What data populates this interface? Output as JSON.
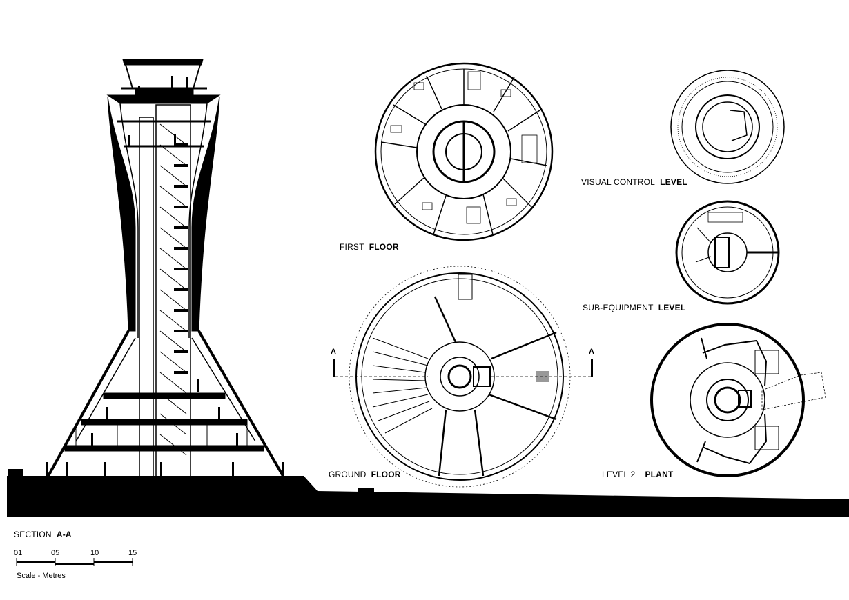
{
  "labels": {
    "first_floor": {
      "prefix": "FIRST",
      "strong": "FLOOR"
    },
    "ground_floor": {
      "prefix": "GROUND",
      "strong": "FLOOR"
    },
    "visual_control": {
      "prefix": "VISUAL CONTROL",
      "strong": "LEVEL"
    },
    "sub_equipment": {
      "prefix": "SUB-EQUIPMENT",
      "strong": "LEVEL"
    },
    "level2_plant": {
      "prefix": "LEVEL 2",
      "strong": "PLANT"
    },
    "section": {
      "prefix": "SECTION",
      "strong": "A-A"
    }
  },
  "section_marks": {
    "left": "A",
    "right": "A"
  },
  "scale": {
    "ticks": [
      "01",
      "05",
      "10",
      "15"
    ],
    "caption": "Scale - Metres"
  }
}
